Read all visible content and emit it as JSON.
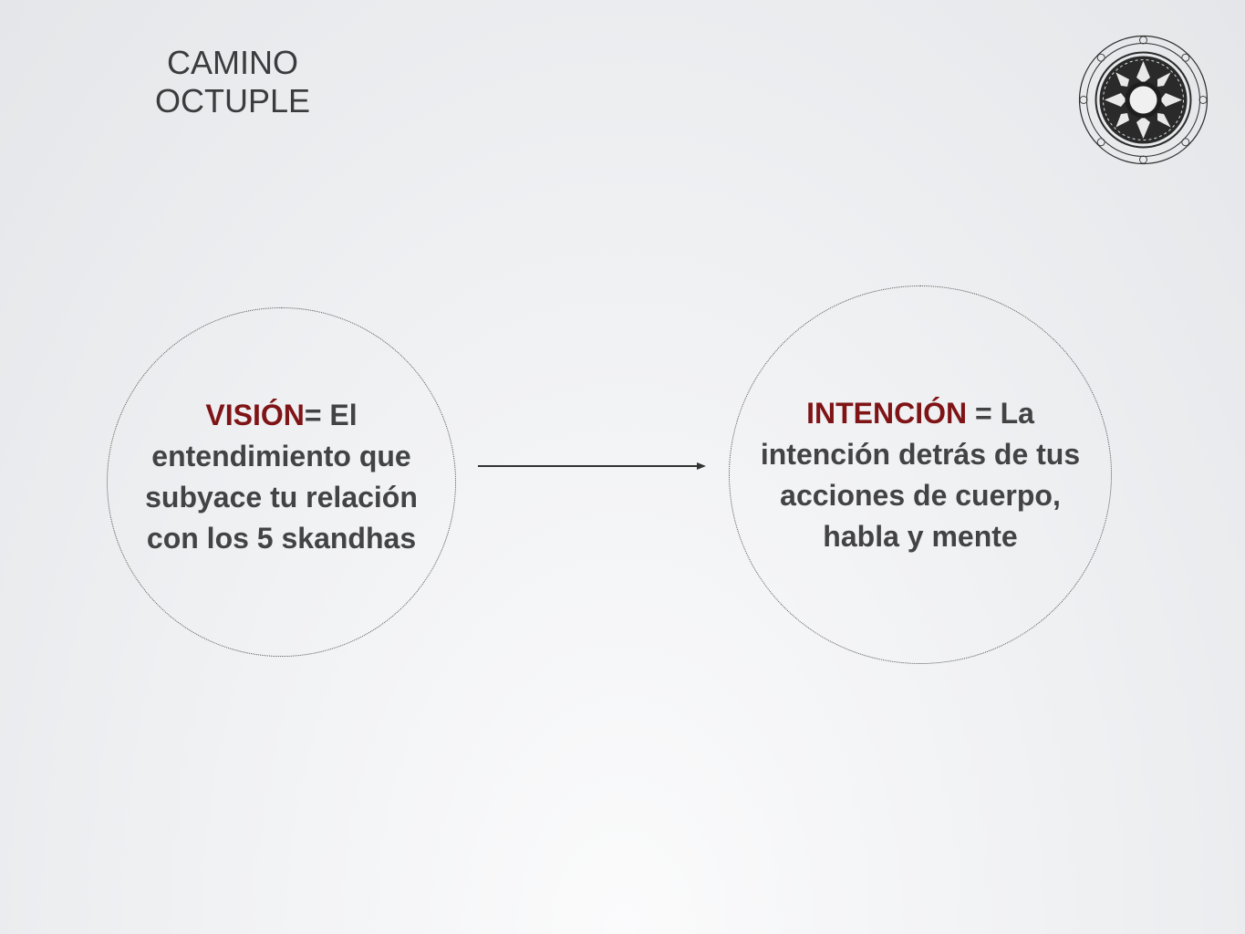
{
  "title": {
    "line1": "CAMINO",
    "line2": "OCTUPLE"
  },
  "logo": {
    "icon": "dharma-wheel-icon"
  },
  "nodes": {
    "left": {
      "term": "VISIÓN",
      "separator": "= ",
      "definition": "El entendimiento que subyace tu relación con los 5 skandhas"
    },
    "right": {
      "term": "INTENCIÓN",
      "separator": " = ",
      "definition": "La intención detrás de tus acciones de cuerpo, habla y mente"
    }
  },
  "colors": {
    "accent": "#7f1416",
    "text": "#434345",
    "line": "#333333"
  }
}
